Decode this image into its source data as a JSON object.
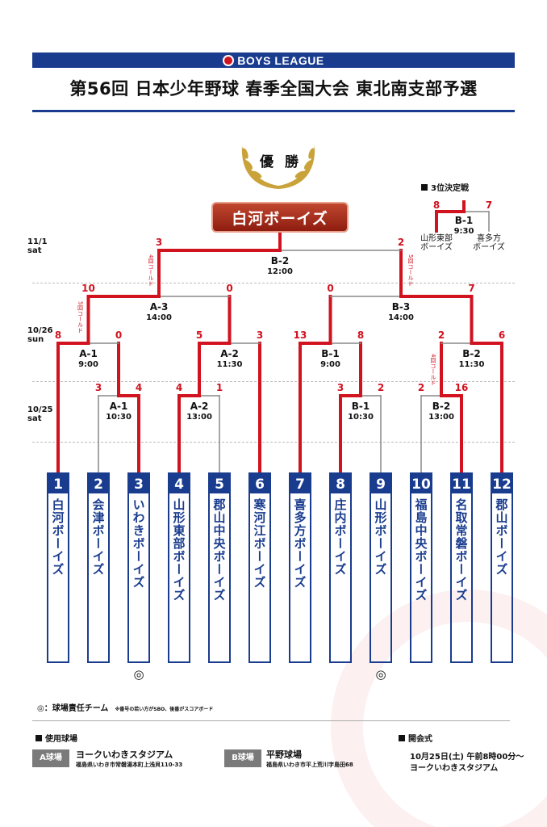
{
  "header": {
    "logo": "BOYS LEAGUE",
    "title": "第56回 日本少年野球 春季全国大会 東北南支部予選"
  },
  "champion": {
    "label": "優 勝",
    "team": "白河ボーイズ"
  },
  "dates": [
    {
      "date": "11/1",
      "day": "sat"
    },
    {
      "date": "10/26",
      "day": "sun"
    },
    {
      "date": "10/25",
      "day": "sat"
    }
  ],
  "teams": [
    {
      "num": "1",
      "name": "白河ボーイズ"
    },
    {
      "num": "2",
      "name": "会津ボーイズ"
    },
    {
      "num": "3",
      "name": "いわきボーイズ",
      "mark": "◎"
    },
    {
      "num": "4",
      "name": "山形東部ボーイズ"
    },
    {
      "num": "5",
      "name": "郡山中央ボーイズ"
    },
    {
      "num": "6",
      "name": "寒河江ボーイズ"
    },
    {
      "num": "7",
      "name": "喜多方ボーイズ"
    },
    {
      "num": "8",
      "name": "庄内ボーイズ"
    },
    {
      "num": "9",
      "name": "山形ボーイズ",
      "mark": "◎"
    },
    {
      "num": "10",
      "name": "福島中央ボーイズ"
    },
    {
      "num": "11",
      "name": "名取常磐ボーイズ"
    },
    {
      "num": "12",
      "name": "郡山ボーイズ"
    }
  ],
  "matches": [
    {
      "id": "r1a",
      "label": "A-1",
      "time": "10:30",
      "left_score": "3",
      "right_score": "4",
      "winner": "right",
      "round": 1
    },
    {
      "id": "r1b",
      "label": "A-2",
      "time": "13:00",
      "left_score": "4",
      "right_score": "1",
      "winner": "left",
      "round": 1
    },
    {
      "id": "r1c",
      "label": "B-1",
      "time": "10:30",
      "left_score": "3",
      "right_score": "2",
      "winner": "left",
      "round": 1
    },
    {
      "id": "r1d",
      "label": "B-2",
      "time": "13:00",
      "left_score": "2",
      "right_score": "16",
      "winner": "right",
      "round": 1,
      "note": "4回コールド"
    },
    {
      "id": "r2a",
      "label": "A-1",
      "time": "9:00",
      "left_score": "8",
      "right_score": "0",
      "winner": "left",
      "round": 2,
      "note": "5回コールド"
    },
    {
      "id": "r2b",
      "label": "A-2",
      "time": "11:30",
      "left_score": "5",
      "right_score": "3",
      "winner": "left",
      "round": 2
    },
    {
      "id": "r2c",
      "label": "B-1",
      "time": "9:00",
      "left_score": "13",
      "right_score": "8",
      "winner": "left",
      "round": 2
    },
    {
      "id": "r2d",
      "label": "B-2",
      "time": "11:30",
      "left_score": "2",
      "right_score": "6",
      "winner": "right",
      "round": 2
    },
    {
      "id": "sfa",
      "label": "A-3",
      "time": "14:00",
      "left_score": "10",
      "right_score": "0",
      "winner": "left",
      "round": 3,
      "note": "4回コールド"
    },
    {
      "id": "sfb",
      "label": "B-3",
      "time": "14:00",
      "left_score": "0",
      "right_score": "7",
      "winner": "right",
      "round": 3,
      "note": "5回コールド"
    },
    {
      "id": "fin",
      "label": "B-2",
      "time": "12:00",
      "left_score": "3",
      "right_score": "2",
      "winner": "left",
      "round": 4
    }
  ],
  "third_place": {
    "title": "3位決定戦",
    "label": "B-1",
    "time": "9:30",
    "left_score": "8",
    "right_score": "7",
    "winner": "left",
    "left_team": [
      "山形東部",
      "ボーイズ"
    ],
    "right_team": [
      "喜多方",
      "ボーイズ"
    ]
  },
  "legend": {
    "mark": "◎：球場責任チーム",
    "note": "※番号の若い方がSBO、後番がスコアボード"
  },
  "venues": {
    "title": "使用球場",
    "items": [
      {
        "tag": "A球場",
        "name": "ヨークいわきスタジアム",
        "address": "福島県いわき市常磐湯本町上浅貝110-33"
      },
      {
        "tag": "B球場",
        "name": "平野球場",
        "address": "福島県いわき市平上荒川字島田68"
      }
    ]
  },
  "ceremony": {
    "title": "開会式",
    "datetime": "10月25日(土) 午前8時00分～",
    "place": "ヨークいわきスタジアム"
  },
  "colors": {
    "red": "#d1121f",
    "gray": "#888888",
    "navy": "#1a3c8f"
  }
}
